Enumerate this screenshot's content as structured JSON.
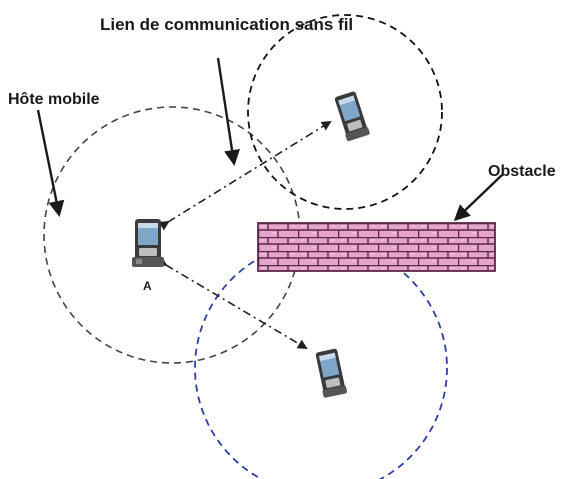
{
  "labels": {
    "wireless_link": "Lien de communication sans fil",
    "mobile_host": "Hôte mobile",
    "obstacle": "Obstacle",
    "node_a": "A"
  },
  "colors": {
    "range_circle": "#444444",
    "range_circle_blue": "#2b3f9e",
    "wall_fill": "#e6a3cc",
    "wall_mortar": "#5a2a48",
    "link_arrow": "#222222",
    "pointer_arrow": "#1a1a1a",
    "device_body": "#3a3a3a",
    "device_screen": "#7fa6c9"
  },
  "icons": {
    "device": "pda-device-icon",
    "wall": "brick-wall-icon"
  }
}
